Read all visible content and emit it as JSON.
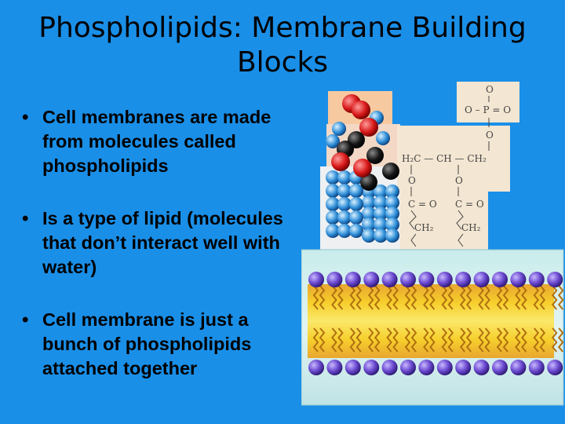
{
  "slide": {
    "title_line1": "Phospholipids: Membrane Building",
    "title_line2": "Blocks",
    "bullets": [
      "Cell membranes are made from molecules called phospholipids",
      "Is a type of lipid (molecules that don’t interact well with water)",
      "Cell membrane is just a bunch of phospholipids attached together"
    ]
  },
  "figure": {
    "structure_labels": {
      "o_top": "O",
      "phosphate": "O – P = O",
      "o_mid": "O",
      "backbone": "H₂C — CH — CH₂",
      "o_left": "O",
      "o_right": "O",
      "ester_left": "C = O",
      "ester_right": "C = O",
      "ch2_left": "CH₂",
      "ch2_right": "CH₂"
    }
  },
  "colors": {
    "background": "#1a8fe8",
    "head_purple": "#6b4ad0",
    "tail_yellow": "#f6cf2c",
    "membrane_orange": "#e8a630",
    "paper": "#f3e6d2"
  }
}
